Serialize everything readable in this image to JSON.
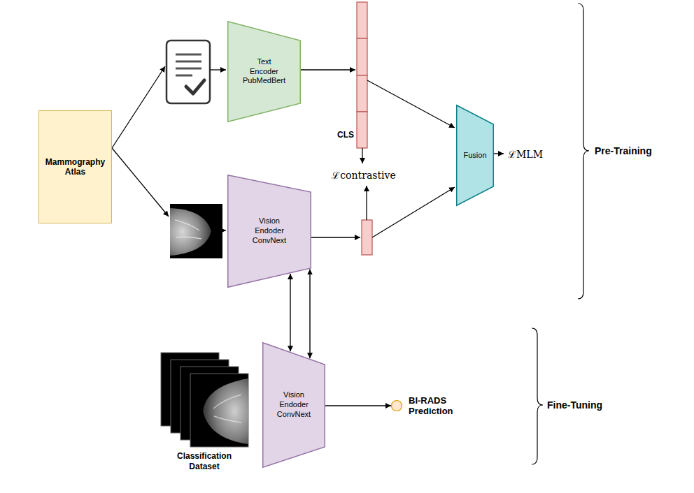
{
  "diagram": {
    "nodes": [
      {
        "text": [
          "Pre-Training"
        ]
      },
      {
        "text": [
          "Mammography Atlas"
        ],
        "in": 0
      },
      {
        "text": [
          "Text Encoder PubMedBert"
        ],
        "in": 0
      },
      {
        "text": [
          "ℒcontrastive"
        ],
        "in": 0
      },
      {
        "text": [
          "Vision Endoder ConvNext"
        ],
        "in": 0
      },
      {
        "text": [
          "Fusion"
        ],
        "in": 0
      },
      {
        "text": [
          "ℒMLM"
        ],
        "in": 0
      },
      {
        "text": [
          "Fine-Tuning"
        ]
      },
      {
        "text": [
          "Vision Endoder ConvNext"
        ],
        "in": 7
      },
      {
        "text": [
          "BI-RADS Prediction"
        ],
        "in": 7
      }
    ],
    "edges": [
      {
        "from": 5,
        "to": 6,
        "arrow": "to"
      },
      {
        "from": 4,
        "to": 8,
        "arrow": "both"
      },
      {
        "from": 4,
        "to": 8,
        "arrow": "both"
      },
      {
        "from": 8,
        "to": 9,
        "arrow": "to"
      }
    ],
    "labels": [
      "CLS",
      "Classification Dataset"
    ]
  }
}
